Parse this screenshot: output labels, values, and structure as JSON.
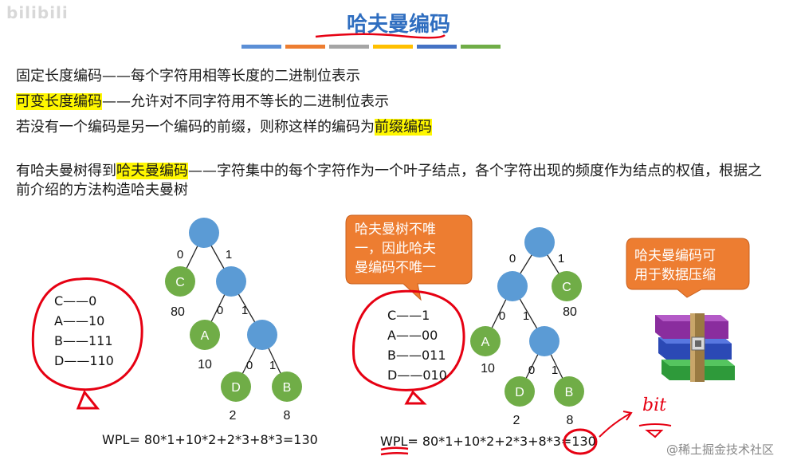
{
  "logo_text": "bilibili",
  "title": "哈夫曼编码",
  "accent_bars": [
    "#5b8fd6",
    "#ed7d31",
    "#a5a5a5",
    "#ffc000",
    "#4472c4",
    "#70ad47"
  ],
  "lines": {
    "fixed": {
      "term": "固定长度编码",
      "rest": "——每个字符用相等长度的二进制位表示"
    },
    "variable": {
      "term": "可变长度编码",
      "rest": "——允许对不同字符用不等长的二进制位表示"
    },
    "prefix": {
      "pre": "若没有一个编码是另一个编码的前缀，则称这样的编码为",
      "term": "前缀编码"
    }
  },
  "paragraph": {
    "pre": "有哈夫曼树得到",
    "term": "哈夫曼编码",
    "rest": "——字符集中的每个字符作为一个叶子结点，各个字符出现的频度作为结点的权值，根据之前介绍的方法构造哈夫曼树"
  },
  "left": {
    "codes": [
      "C——0",
      "A——10",
      "B——111",
      "D——110"
    ],
    "tree_nodes": {
      "c": "C",
      "a": "A",
      "d": "D",
      "b": "B"
    },
    "edge_labels": [
      "0",
      "1",
      "0",
      "1",
      "0",
      "1"
    ],
    "weights": {
      "c": "80",
      "a": "10",
      "d": "2",
      "b": "8"
    },
    "wpl": "WPL= 80*1+10*2+2*3+8*3=130"
  },
  "right": {
    "callout": [
      "哈夫曼树不唯",
      "一，因此哈夫",
      "曼编码不唯一"
    ],
    "codes": [
      "C——1",
      "A——00",
      "B——011",
      "D——010"
    ],
    "tree_nodes": {
      "c": "C",
      "a": "A",
      "d": "D",
      "b": "B"
    },
    "edge_labels": [
      "0",
      "1",
      "0",
      "1",
      "0",
      "1"
    ],
    "weights": {
      "c": "80",
      "a": "10",
      "d": "2",
      "b": "8"
    },
    "wpl": "WPL= 80*1+10*2+2*3+8*3=130",
    "annotation": "bit"
  },
  "compress_callout": [
    "哈夫曼编码可",
    "用于数据压缩"
  ],
  "icon": "winrar-archive-icon",
  "watermark": "@稀土掘金技术社区",
  "colors": {
    "root_node": "#5b9bd5",
    "leaf_node": "#70ad47",
    "callout": "#ed7d31",
    "highlight": "#fff700",
    "pen": "#e60012",
    "title": "#2f6ec0"
  }
}
